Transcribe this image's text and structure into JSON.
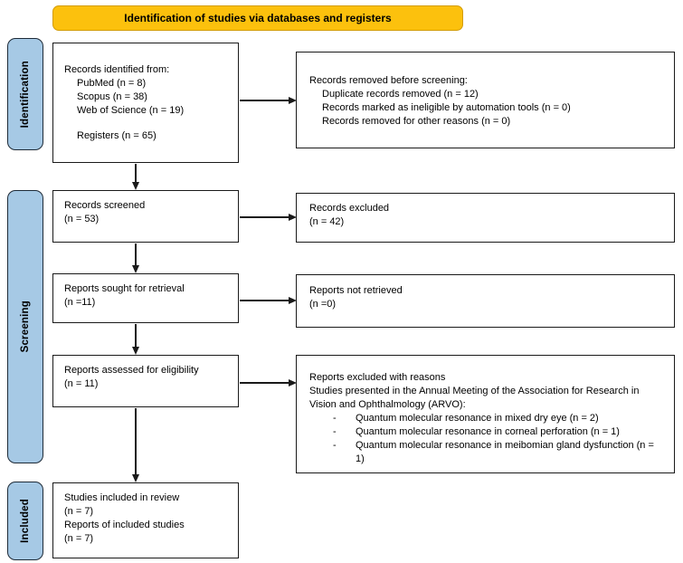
{
  "banner": {
    "label": "Identification of studies via databases and registers"
  },
  "stages": [
    {
      "label": "Identification"
    },
    {
      "label": "Screening"
    },
    {
      "label": "Included"
    }
  ],
  "colors": {
    "banner_bg": "#FCC10D",
    "banner_border": "#D39C06",
    "stage_bg": "#A6C9E5",
    "stage_border": "#1E2B38",
    "box_bg": "#FFFFFF",
    "box_border": "#1A1A1A",
    "arrow": "#1A1A1A",
    "text": "#000000"
  },
  "boxes": {
    "identified": {
      "title": "Records identified from:",
      "items": [
        "PubMed (n = 8)",
        "Scopus (n = 38)",
        "Web of Science (n = 19)",
        "Registers (n = 65)"
      ]
    },
    "removed": {
      "title": "Records removed before screening:",
      "items": [
        "Duplicate records removed (n = 12)",
        "Records marked as ineligible by automation tools (n = 0)",
        "Records removed for other reasons (n = 0)"
      ]
    },
    "screened": {
      "line1": "Records screened",
      "line2": "(n = 53)"
    },
    "excluded": {
      "line1": "Records excluded",
      "line2": "(n = 42)"
    },
    "sought": {
      "line1": "Reports sought for retrieval",
      "line2": "(n =11)"
    },
    "not_retrieved": {
      "line1": "Reports not retrieved",
      "line2": "(n =0)"
    },
    "assessed": {
      "line1": "Reports assessed for eligibility",
      "line2": "(n = 11)"
    },
    "excluded_reasons": {
      "title": "Reports excluded with reasons",
      "subtitle": "Studies presented in the Annual Meeting of the Association for Research in Vision and Ophthalmology (ARVO):",
      "bullet_marker": "-",
      "bullets": [
        "Quantum molecular resonance in mixed dry eye (n = 2)",
        "Quantum molecular resonance in corneal perforation (n = 1)",
        "Quantum molecular resonance in meibomian gland dysfunction (n = 1)"
      ]
    },
    "included": {
      "lines": [
        "Studies included in review",
        "(n = 7)",
        "Reports of included studies",
        "(n = 7)"
      ]
    }
  }
}
